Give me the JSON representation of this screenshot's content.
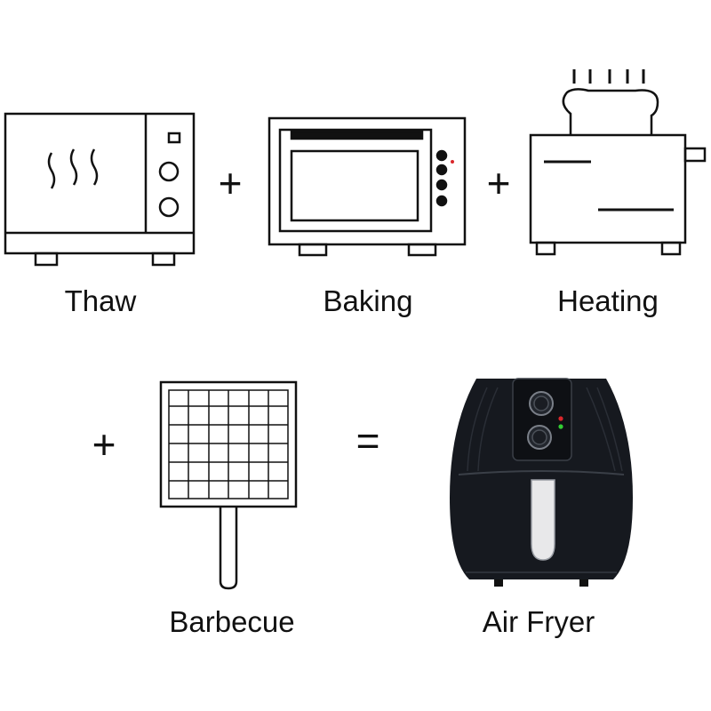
{
  "items": [
    {
      "label": "Thaw",
      "icon": "microwave-icon"
    },
    {
      "label": "Baking",
      "icon": "oven-icon"
    },
    {
      "label": "Heating",
      "icon": "toaster-icon"
    },
    {
      "label": "Barbecue",
      "icon": "grill-grate-icon"
    },
    {
      "label": "Air Fryer",
      "icon": "air-fryer-icon"
    }
  ],
  "operators": {
    "plus": "+",
    "equals": "="
  },
  "colors": {
    "line": "#111111",
    "fryer_body": "#16191f",
    "indicator_red": "#d9262b",
    "indicator_green": "#33cc33"
  }
}
